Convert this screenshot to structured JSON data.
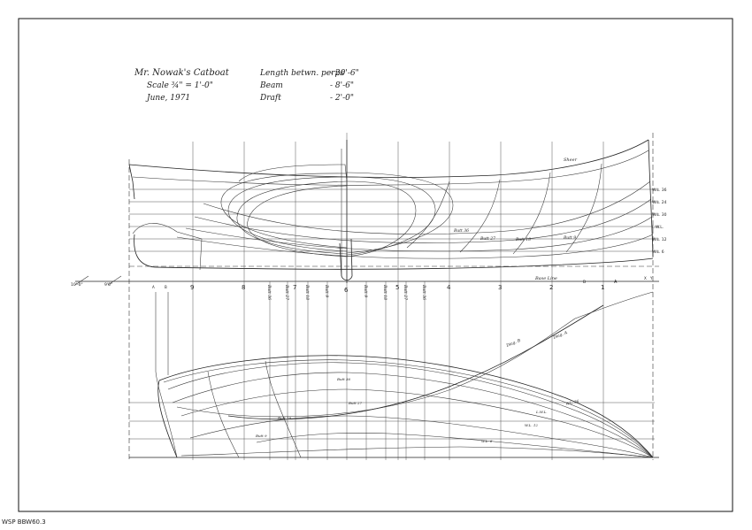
{
  "title_block": {
    "title": "Mr. Nowak's Catboat",
    "scale": "Scale ¾\" = 1'-0\"",
    "date": "June, 1971",
    "length_label": "Length betwn. perps",
    "length_value": "- 20'-6\"",
    "beam_label": "Beam",
    "beam_value": "- 8'-6\"",
    "draft_label": "Draft",
    "draft_value": "- 2'-0\""
  },
  "stations": {
    "main": [
      "9",
      "8",
      "7",
      "6",
      "5",
      "4",
      "3",
      "2",
      "1",
      "A"
    ],
    "half": [
      "Butt 36",
      "Butt 27",
      "Butt 18",
      "Butt 9",
      "Butt 9",
      "Butt 18",
      "Butt 27",
      "Butt 36"
    ],
    "ends": [
      "A",
      "B",
      "X",
      "Y"
    ],
    "aft_marks": [
      "10'-0\"",
      "9'0\""
    ]
  },
  "profile_labels": {
    "sheer": "Sheer",
    "buttocks": [
      "Butt 36",
      "Butt 27",
      "Butt 18",
      "Butt 9"
    ],
    "waterlines": [
      "W.L. 36",
      "W.L. 24",
      "W.L. 30",
      "L.W.L.",
      "W.L. 12",
      "W.L. 6"
    ],
    "base_line": "Base Line"
  },
  "plan_labels": {
    "diagonals": [
      "Diag. B",
      "Diag. A"
    ],
    "buttocks": [
      "Butt 36",
      "Butt 27",
      "Butt 18",
      "Butt 9"
    ],
    "waterlines": [
      "W.L. 36",
      "L.W.L.",
      "W.L. 12",
      "W.L. 6"
    ]
  },
  "sheet_id": "WSP BBW60.3"
}
